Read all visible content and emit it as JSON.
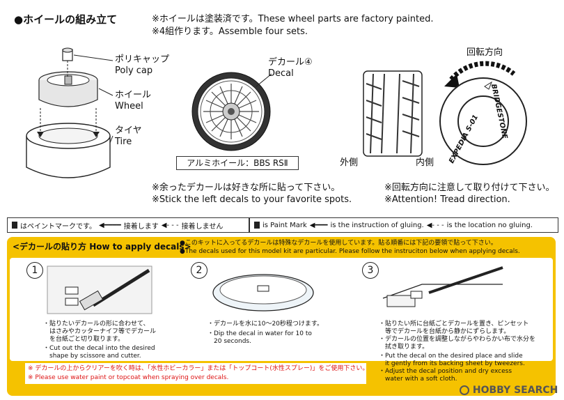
{
  "header": {
    "title": "●ホイールの組み立て",
    "note_jp_1": "※ホイールは塗装済です。These wheel parts are factory painted.",
    "note_jp_2": "※4組作ります。Assemble four sets."
  },
  "parts": {
    "polycap_jp": "ポリキャップ",
    "polycap_en": "Poly cap",
    "wheel_jp": "ホイール",
    "wheel_en": "Wheel",
    "tire_jp": "タイヤ",
    "tire_en": "Tire"
  },
  "decal": {
    "label_jp": "デカール④",
    "label_en": "Decal",
    "wheel_name": "アルミホイール：BBS RSⅡ"
  },
  "tread": {
    "outer": "外側",
    "inner": "内側",
    "rotation": "回転方向",
    "tire_text_1": "EXPEDIA S-01",
    "tire_text_2": "BRIDGESTONE"
  },
  "notes": {
    "left_jp": "※余ったデカールは好きな所に貼って下さい。",
    "left_en": "※Stick the left decals to your favorite spots.",
    "right_jp": "※回転方向に注意して取り付けて下さい。",
    "right_en": "※Attention! Tread direction."
  },
  "legend": {
    "jp_paint": "はペイントマークです。",
    "jp_glue": "接着します",
    "jp_noglue": "接着しません",
    "en_paint": "is Paint Mark",
    "en_glue": "is the instruction of gluing.",
    "en_noglue": "is the location no gluing."
  },
  "howto": {
    "title": "<デカールの貼り方 How to apply decals>",
    "desc_jp": "●このキットに入ってるデカールは特殊なデカールを使用しています。貼る順番には下記の要領で貼って下さい。",
    "desc_en": "●The decals used for this model kit are particular. Please follow the instruciton below when applying decals.",
    "step1": {
      "num": "1",
      "jp1": "・貼りたいデカールの形に合わせて、",
      "jp2": "　はさみやカッターナイフ等でデカール",
      "jp3": "　を台紙ごと切り取ります。",
      "en1": "・Cut out the decal into the desired",
      "en2": "　shape by scissore and cutter."
    },
    "step2": {
      "num": "2",
      "jp1": "・デカールを水に10〜20秒程つけます。",
      "en1": "・Dip the decal in water for 10 to",
      "en2": "　20 seconds."
    },
    "step3": {
      "num": "3",
      "jp1": "・貼りたい所に台紙ごとデカールを置き、ピンセット",
      "jp2": "　等でデカールを台紙から静かにずらします。",
      "jp3": "・デカールの位置を調整しながらやわらかい布で水分を",
      "jp4": "　拭き取ります。",
      "en1": "・Put the decal on the desired place and slide",
      "en2": "　it gently from its backing sheet by tweezers.",
      "en3": "・Adjust the decal position and dry excess",
      "en4": "　water with a soft cloth."
    },
    "warn_jp": "※ デカールの上からクリアーを吹く時は、「水性ホビーカラー」または「トップコート(水性スプレー)」をご使用下さい。",
    "warn_en": "※ Please use water paint or topcoat when spraying over decals."
  },
  "watermark": "HOBBY SEARCH",
  "colors": {
    "accent": "#f5c200",
    "warn": "#d11111"
  }
}
